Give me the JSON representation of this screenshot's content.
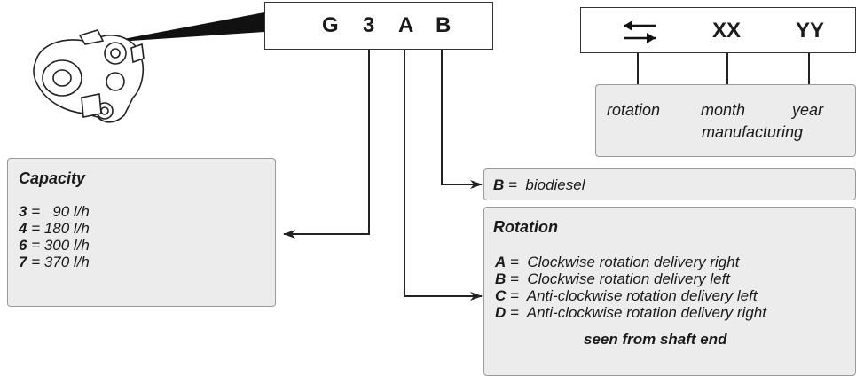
{
  "code": {
    "chars": [
      "G",
      "3",
      "A",
      "B"
    ]
  },
  "date_code": {
    "chars": [
      "XX",
      "YY"
    ],
    "arrows_icon": "double-arrow-icon"
  },
  "date_labels": {
    "rotation": "rotation",
    "month": "month",
    "year": "year",
    "manufacturing": "manufacturing"
  },
  "capacity": {
    "title": "Capacity",
    "items": [
      {
        "key": "3",
        "text": " =   90 l/h"
      },
      {
        "key": "4",
        "text": " = 180 l/h"
      },
      {
        "key": "6",
        "text": " = 300 l/h"
      },
      {
        "key": "7",
        "text": " = 370 l/h"
      }
    ]
  },
  "biodiesel": {
    "key": "B",
    "text": " =  biodiesel"
  },
  "rotation": {
    "title": "Rotation",
    "items": [
      {
        "key": "A",
        "text": " =  Clockwise rotation delivery right"
      },
      {
        "key": "B",
        "text": " =  Clockwise rotation delivery left"
      },
      {
        "key": "C",
        "text": " =  Anti-clockwise rotation delivery left"
      },
      {
        "key": "D",
        "text": " =  Anti-clockwise rotation delivery right"
      }
    ],
    "footer": "seen from shaft end"
  },
  "colors": {
    "box_fill": "#ececec",
    "line": "#222222"
  }
}
